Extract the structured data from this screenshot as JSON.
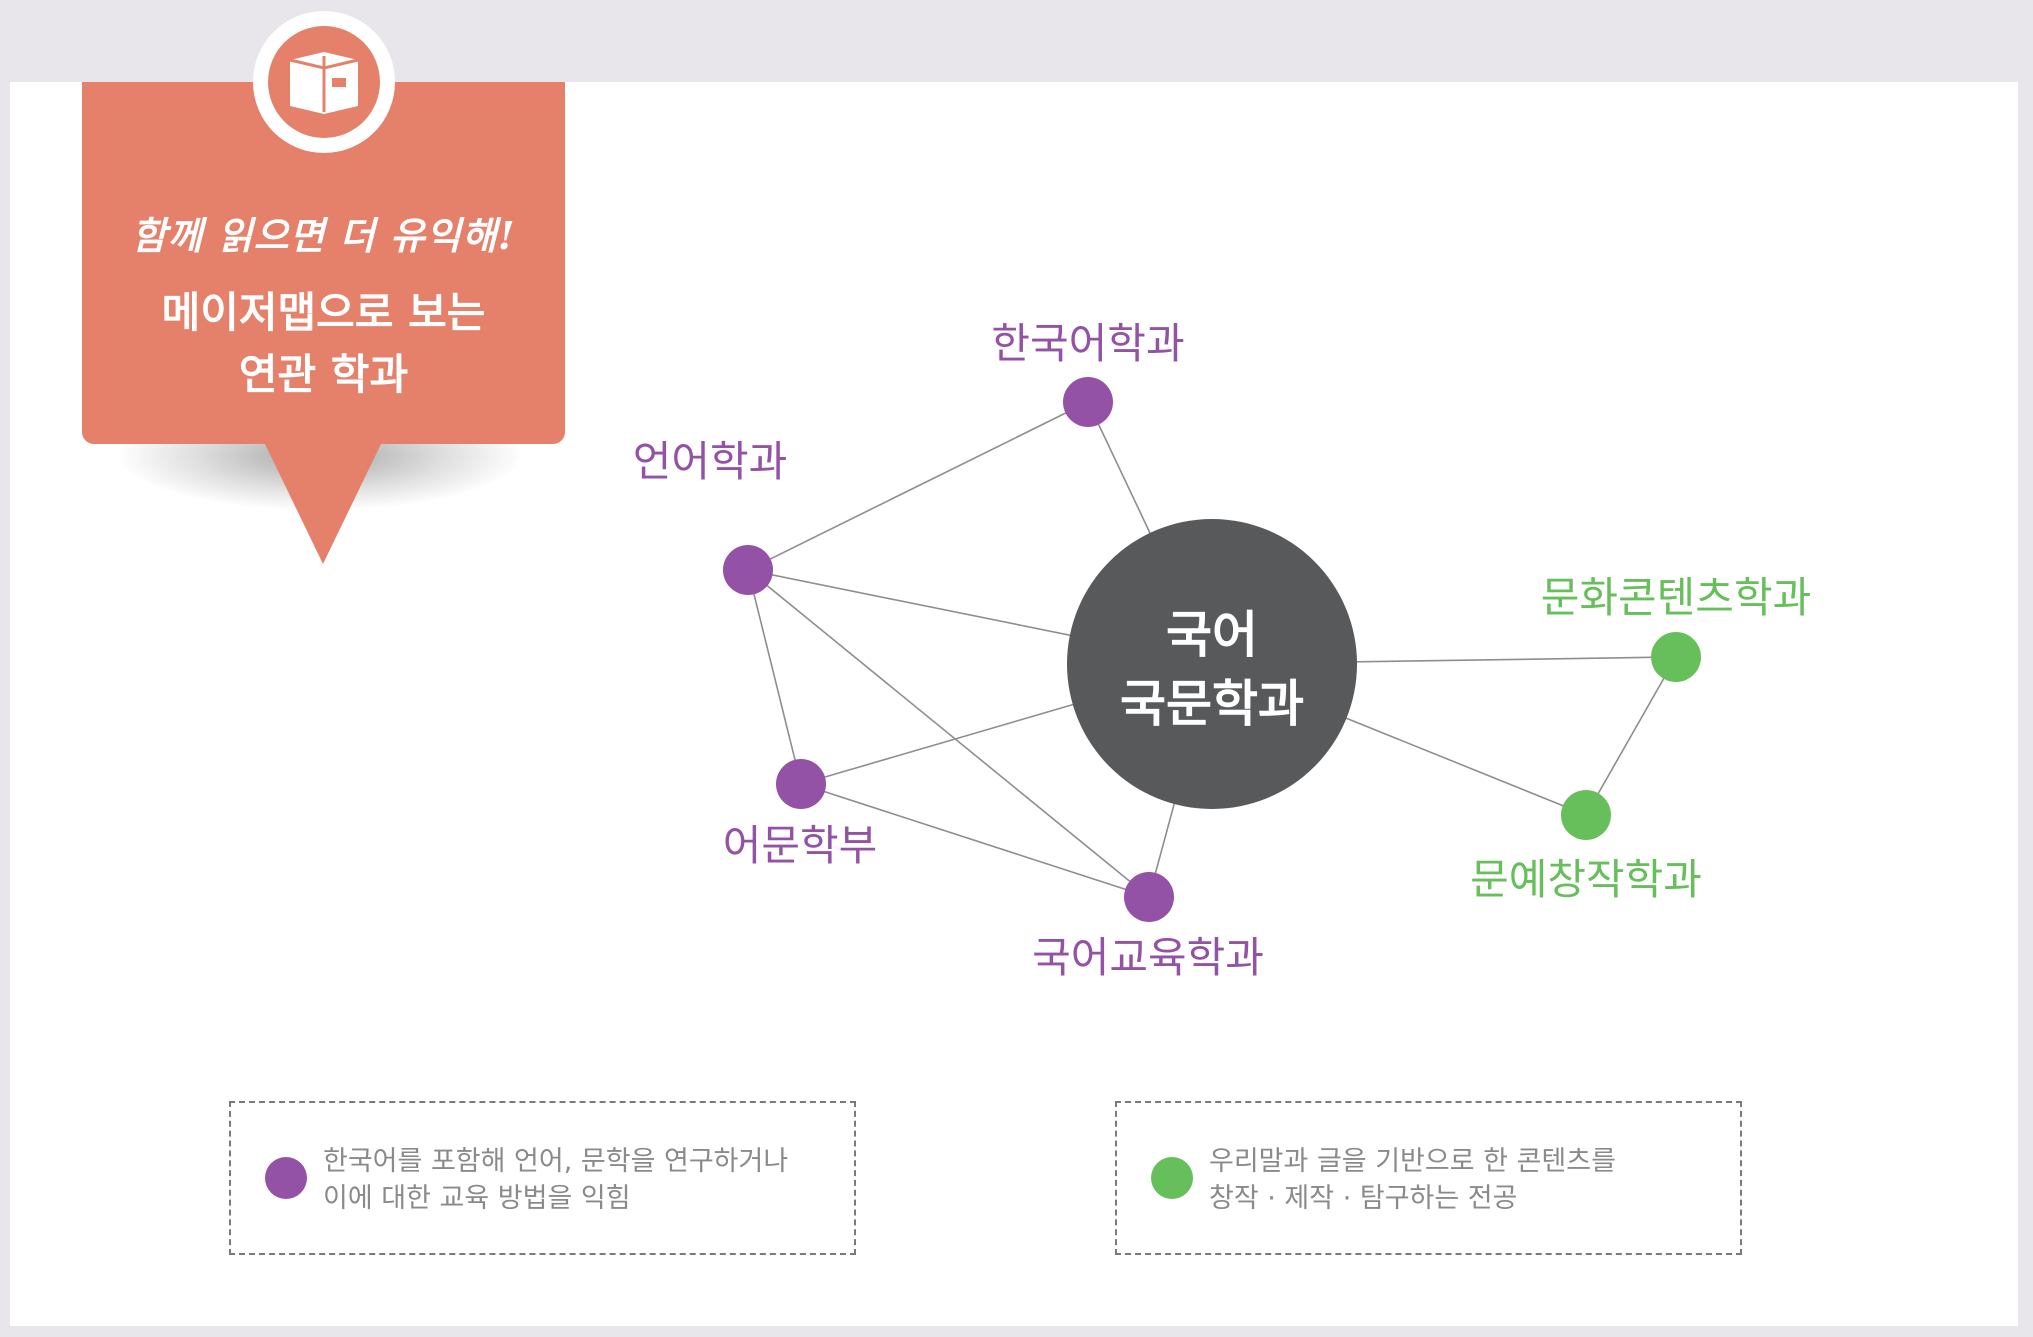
{
  "callout": {
    "tagline": "함께 읽으면 더 유익해!",
    "title_line1": "메이저맵으로 보는",
    "title_line2": "연관 학과",
    "icon": "book-icon"
  },
  "colors": {
    "callout": "#e5806a",
    "purple": "#9452a6",
    "green": "#66bf5a",
    "center": "#58595b",
    "line": "#8e8e8e"
  },
  "diagram": {
    "center": {
      "line1": "국어",
      "line2": "국문학과"
    },
    "nodes": [
      {
        "id": "hangugeo",
        "label": "한국어학과",
        "group": "purple"
      },
      {
        "id": "eoneo",
        "label": "언어학과",
        "group": "purple"
      },
      {
        "id": "eomun",
        "label": "어문학부",
        "group": "purple"
      },
      {
        "id": "gugeo-edu",
        "label": "국어교육학과",
        "group": "purple"
      },
      {
        "id": "munhwa",
        "label": "문화콘텐츠학과",
        "group": "green"
      },
      {
        "id": "munye",
        "label": "문예창작학과",
        "group": "green"
      }
    ],
    "edges": [
      [
        "hangugeo",
        "eoneo"
      ],
      [
        "hangugeo",
        "center"
      ],
      [
        "eoneo",
        "center"
      ],
      [
        "eoneo",
        "eomun"
      ],
      [
        "eoneo",
        "gugeo-edu"
      ],
      [
        "eomun",
        "center"
      ],
      [
        "eomun",
        "gugeo-edu"
      ],
      [
        "gugeo-edu",
        "center"
      ],
      [
        "center",
        "munhwa"
      ],
      [
        "center",
        "munye"
      ],
      [
        "munhwa",
        "munye"
      ]
    ]
  },
  "legend": [
    {
      "group": "purple",
      "line1": "한국어를 포함해 언어, 문학을 연구하거나",
      "line2": "이에 대한 교육 방법을 익힘"
    },
    {
      "group": "green",
      "line1": "우리말과 글을 기반으로 한 콘텐츠를",
      "line2": "창작 · 제작 · 탐구하는 전공"
    }
  ]
}
